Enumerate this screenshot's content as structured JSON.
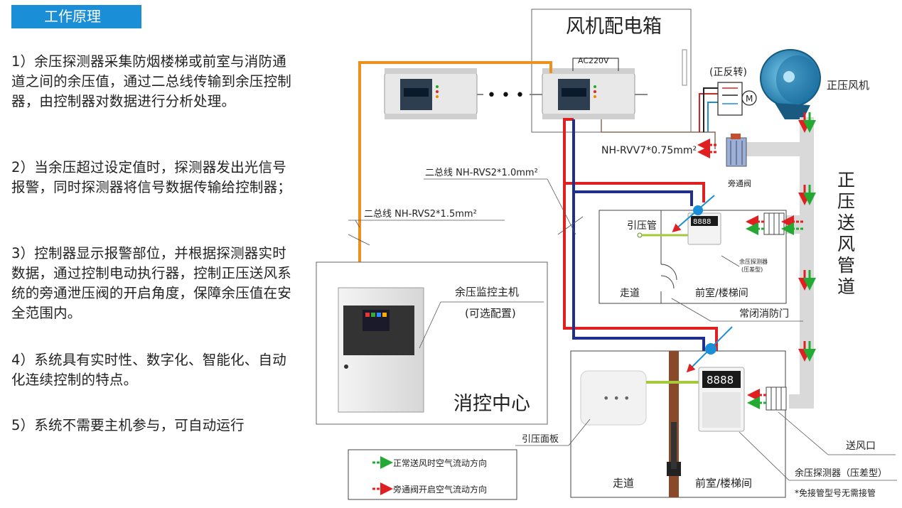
{
  "section_title": "工作原理",
  "paragraphs": [
    "1）余压探测器采集防烟楼梯或前室与消防通道之间的余压值，通过二总线传输到余压控制器，由控制器对数据进行分析处理。",
    "2）当余压超过设定值时，探测器发出光信号报警，同时探测器将信号数据传输给控制器；",
    "3）控制器显示报警部位，并根据探测器实时数据，通过控制电动执行器，控制正压送风系统的旁通泄压阀的开启角度，保障余压值在安全范围内。",
    "4）系统具有实时性、数字化、智能化、自动化连续控制的特点。",
    "5）系统不需要主机参与，可自动运行"
  ],
  "diagram": {
    "fan_box_title": "风机配电箱",
    "ac_label": "AC220V",
    "reverse_label": "(正反转)",
    "motor_label": "M",
    "fan_label": "正压风机",
    "cable_rvv": "NH-RVV7*0.75mm²",
    "bus_1": "二总线  NH-RVS2*1.0mm²",
    "bus_2": "二总线  NH-RVS2*1.5mm²",
    "bypass_valve": "旁通阀",
    "duct_label": "正压送风管道",
    "pressure_pipe": "引压管",
    "detector_small": "余压探测器",
    "detector_small_type": "(压差型)",
    "corridor": "走道",
    "front_room": "前室/楼梯间",
    "fire_door": "常闭消防门",
    "monitor_host": "余压监控主机",
    "monitor_optional": "(可选配置)",
    "control_center": "消控中心",
    "pressure_panel": "引压面板",
    "air_outlet": "送风口",
    "detector_bottom": "余压探测器（压差型）",
    "no_pipe_note": "*免接管型号无需接管",
    "display_digits": "8888",
    "dots": "• • •",
    "legend": [
      {
        "label": "正常送风时空气流动方向",
        "color": "#22aa33"
      },
      {
        "label": "旁通阀开启空气流动方向",
        "color": "#e02020"
      }
    ]
  },
  "colors": {
    "accent": "#1a8fd8",
    "wire_red": "#e02020",
    "wire_blue": "#1e2f8f",
    "wire_orange": "#f0901c",
    "pipe_green": "#a6c93a",
    "duct": "#d9d9d9"
  }
}
